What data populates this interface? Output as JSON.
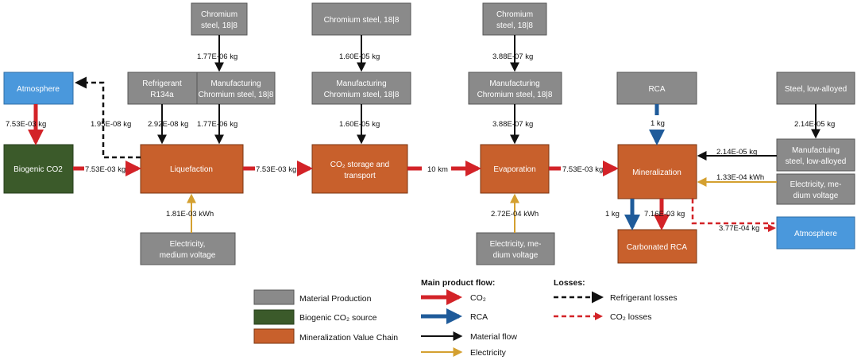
{
  "colors": {
    "material": "#8a8a8a",
    "biogenic": "#3b5a2a",
    "chain": "#c8602c",
    "atmosphere": "#4a98dc",
    "co2": "#d32328",
    "rca": "#1f5b9a",
    "material_flow": "#111111",
    "electricity": "#d4a030",
    "refrigerant_loss": "#111111",
    "co2_loss": "#d32328"
  },
  "boxes": {
    "atmosphere_left": "Atmosphere",
    "biogenic_co2": "Biogenic CO2",
    "refrigerant": [
      "Refrigerant",
      "R134a"
    ],
    "chromium_1": [
      "Chromium",
      "steel, 18|8"
    ],
    "manufacturing_1": [
      "Manufacturing",
      "Chromium steel, 18|8"
    ],
    "liquefaction": "Liquefaction",
    "electricity_1": [
      "Electricity,",
      "medium voltage"
    ],
    "chromium_2": "Chromium steel, 18|8",
    "manufacturing_2": [
      "Manufacturing",
      "Chromium steel, 18|8"
    ],
    "co2_storage": [
      "CO₂ storage and",
      "transport"
    ],
    "chromium_3": [
      "Chromium",
      "steel, 18|8"
    ],
    "manufacturing_3": [
      "Manufacturing",
      "Chromium steel, 18|8"
    ],
    "evaporation": "Evaporation",
    "electricity_2": [
      "Electricity, me-",
      "dium voltage"
    ],
    "rca": "RCA",
    "mineralization": "Mineralization",
    "carbonated_rca": "Carbonated RCA",
    "steel_low": "Steel, low-alloyed",
    "manufacturing_steel": [
      "Manufactuing",
      "steel, low-alloyed"
    ],
    "electricity_3": [
      "Electricity, me-",
      "dium voltage"
    ],
    "atmosphere_right": "Atmosphere"
  },
  "flows": {
    "atm_to_bio": "7.53E-03 kg",
    "bio_to_liq": "7.53E-03 kg",
    "liq_loss": "1.95E-08 kg",
    "refrigerant_in": "2.92E-08 kg",
    "chrom1_to_manuf1": "1.77E-06 kg",
    "manuf1_to_liq": "1.77E-06 kg",
    "elec_to_liq": "1.81E-03 kWh",
    "liq_to_storage": "7.53E-03 kg",
    "chrom2_to_manuf2": "1.60E-05 kg",
    "manuf2_to_storage": "1.60E-05 kg",
    "storage_to_evap": "10 km",
    "chrom3_to_manuf3": "3.88E-07 kg",
    "manuf3_to_evap": "3.88E-07 kg",
    "elec_to_evap": "2.72E-04 kWh",
    "evap_to_min": "7.53E-03 kg",
    "rca_to_min": "1 kg",
    "steel_to_manuf": "2.14E-05 kg",
    "manuf_steel_to_min": "2.14E-05 kg",
    "elec_to_min": "1.33E-04 kWh",
    "min_rca_out": "1 kg",
    "min_co2_out": "7.16E-03 kg",
    "min_co2_loss": "3.77E-04 kg"
  },
  "legend": {
    "material_production": "Material Production",
    "biogenic_source": "Biogenic CO₂ source",
    "value_chain": "Mineralization Value Chain",
    "main_flow_title": "Main product flow:",
    "co2": "CO₂",
    "rca": "RCA",
    "material_flow": "Material flow",
    "electricity": "Electricity",
    "losses_title": "Losses:",
    "refrigerant_losses": "Refrigerant losses",
    "co2_losses": "CO₂ losses"
  }
}
